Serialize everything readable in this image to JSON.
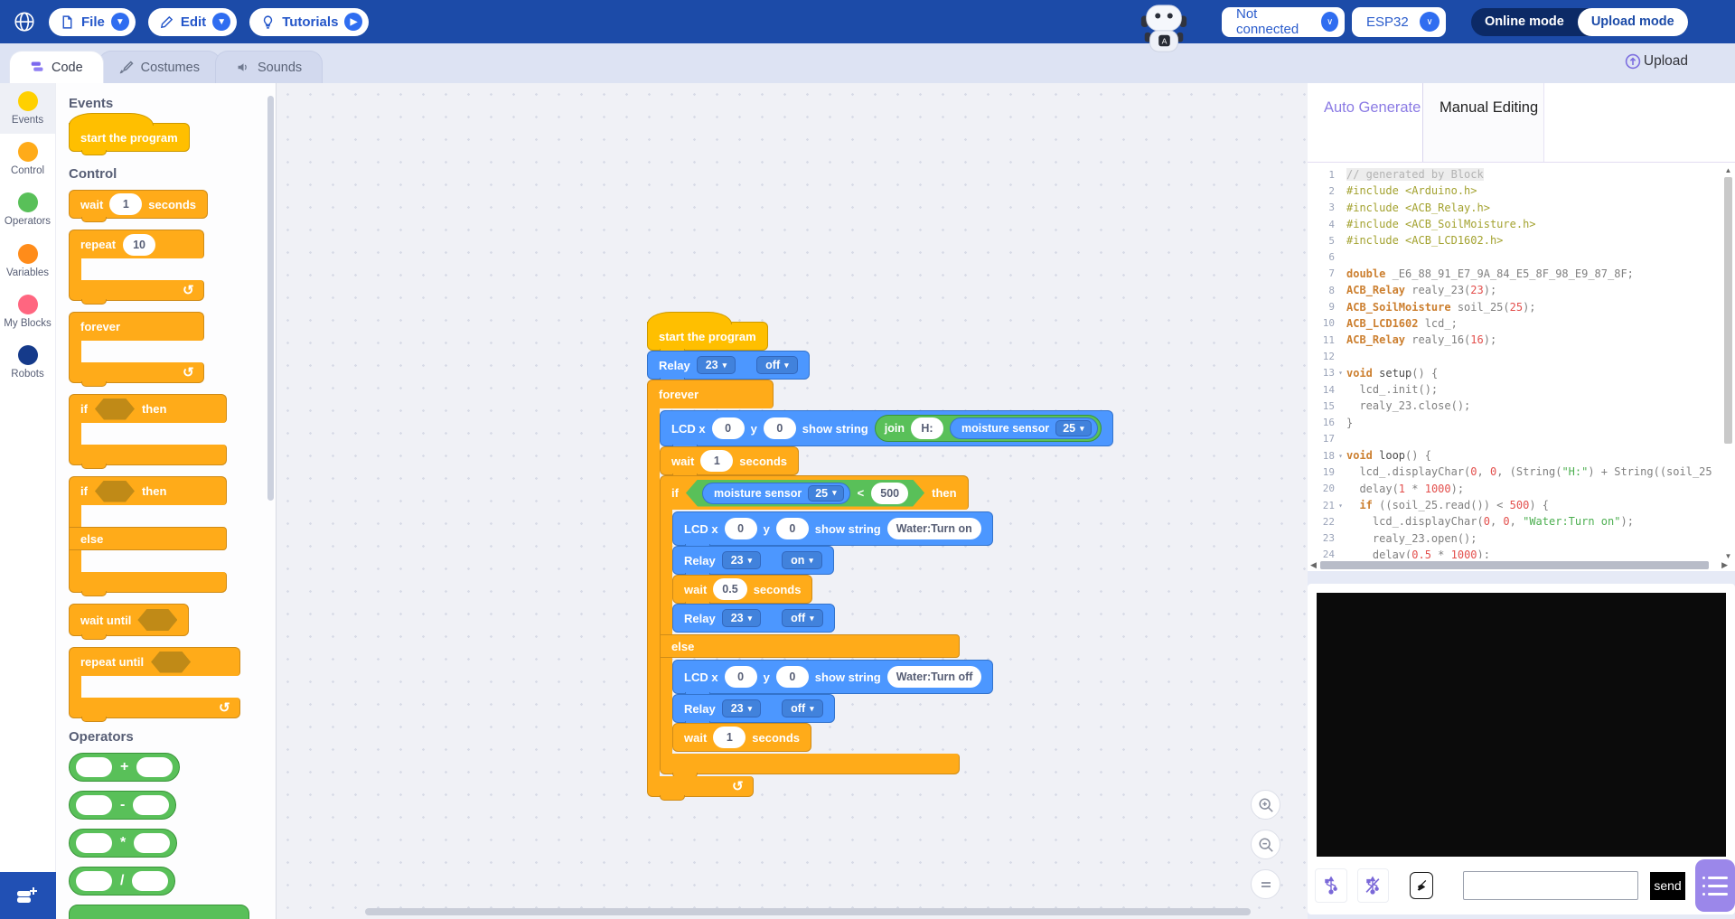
{
  "topbar": {
    "file": "File",
    "edit": "Edit",
    "tutorials": "Tutorials",
    "connection": "Not connected",
    "board": "ESP32",
    "online_mode": "Online mode",
    "upload_mode": "Upload mode"
  },
  "tabs": {
    "code": "Code",
    "costumes": "Costumes",
    "sounds": "Sounds",
    "upload": "Upload"
  },
  "sidebar": {
    "items": [
      {
        "label": "Events",
        "color": "#FFD000"
      },
      {
        "label": "Control",
        "color": "#FFAB19"
      },
      {
        "label": "Operators",
        "color": "#59C059"
      },
      {
        "label": "Variables",
        "color": "#FF8C1A"
      },
      {
        "label": "My Blocks",
        "color": "#FF6680"
      },
      {
        "label": "Robots",
        "color": "#153A8A"
      }
    ]
  },
  "palette": {
    "events_header": "Events",
    "control_header": "Control",
    "operators_header": "Operators",
    "start": "start the program",
    "wait": "wait",
    "wait_val": "1",
    "seconds": "seconds",
    "repeat": "repeat",
    "repeat_val": "10",
    "forever": "forever",
    "if": "if",
    "then": "then",
    "else": "else",
    "wait_until": "wait until",
    "repeat_until": "repeat until",
    "operators": [
      "+",
      "-",
      "*",
      "/"
    ],
    "loop_arrow": "↻"
  },
  "script": {
    "hat": "start the program",
    "relay": "Relay",
    "pin23": "23",
    "on": "on",
    "off": "off",
    "forever": "forever",
    "lcd_x": "LCD x",
    "y": "y",
    "zero": "0",
    "show_string": "show string",
    "join": "join",
    "join_arg": "H:",
    "sensor": "moisture sensor",
    "pin25": "25",
    "wait": "wait",
    "one": "1",
    "half": "0.5",
    "seconds": "seconds",
    "if": "if",
    "then": "then",
    "else": "else",
    "lt": "<",
    "threshold": "500",
    "water_on": "Water:Turn on",
    "water_off": "Water:Turn off",
    "loop_arrow": "↻"
  },
  "codepanel": {
    "tab_auto": "Auto Generate",
    "tab_manual": "Manual Editing",
    "fold_lines": [
      13,
      18,
      21
    ],
    "lines": [
      [
        [
          "cm",
          "// generated by Block"
        ]
      ],
      [
        [
          "inc",
          "#include <Arduino.h>"
        ]
      ],
      [
        [
          "inc",
          "#include <ACB_Relay.h>"
        ]
      ],
      [
        [
          "inc",
          "#include <ACB_SoilMoisture.h>"
        ]
      ],
      [
        [
          "inc",
          "#include <ACB_LCD1602.h>"
        ]
      ],
      [],
      [
        [
          "kw",
          "double"
        ],
        [
          "pl",
          " _E6_88_91_E7_9A_84_E5_8F_98_E9_87_8F;"
        ]
      ],
      [
        [
          "ty",
          "ACB_Relay"
        ],
        [
          "pl",
          " realy_23("
        ],
        [
          "num",
          "23"
        ],
        [
          "pl",
          ");"
        ]
      ],
      [
        [
          "ty",
          "ACB_SoilMoisture"
        ],
        [
          "pl",
          " soil_25("
        ],
        [
          "num",
          "25"
        ],
        [
          "pl",
          ");"
        ]
      ],
      [
        [
          "ty",
          "ACB_LCD1602"
        ],
        [
          "pl",
          " lcd_;"
        ]
      ],
      [
        [
          "ty",
          "ACB_Relay"
        ],
        [
          "pl",
          " realy_16("
        ],
        [
          "num",
          "16"
        ],
        [
          "pl",
          ");"
        ]
      ],
      [],
      [
        [
          "kw",
          "void"
        ],
        [
          "fn",
          " setup"
        ],
        [
          "pl",
          "() {"
        ]
      ],
      [
        [
          "pl",
          "  lcd_.init();"
        ]
      ],
      [
        [
          "pl",
          "  realy_23.close();"
        ]
      ],
      [
        [
          "pl",
          "}"
        ]
      ],
      [],
      [
        [
          "kw",
          "void"
        ],
        [
          "fn",
          " loop"
        ],
        [
          "pl",
          "() {"
        ]
      ],
      [
        [
          "pl",
          "  lcd_.displayChar("
        ],
        [
          "num",
          "0"
        ],
        [
          "pl",
          ", "
        ],
        [
          "num",
          "0"
        ],
        [
          "pl",
          ", (String("
        ],
        [
          "str",
          "\"H:\""
        ],
        [
          "pl",
          ") + String((soil_25"
        ]
      ],
      [
        [
          "pl",
          "  delay("
        ],
        [
          "num",
          "1"
        ],
        [
          "pl",
          " * "
        ],
        [
          "num",
          "1000"
        ],
        [
          "pl",
          ");"
        ]
      ],
      [
        [
          "kw",
          "  if"
        ],
        [
          "pl",
          " ((soil_25.read()) < "
        ],
        [
          "num",
          "500"
        ],
        [
          "pl",
          ") {"
        ]
      ],
      [
        [
          "pl",
          "    lcd_.displayChar("
        ],
        [
          "num",
          "0"
        ],
        [
          "pl",
          ", "
        ],
        [
          "num",
          "0"
        ],
        [
          "pl",
          ", "
        ],
        [
          "str",
          "\"Water:Turn on\""
        ],
        [
          "pl",
          ");"
        ]
      ],
      [
        [
          "pl",
          "    realy_23.open();"
        ]
      ],
      [
        [
          "pl",
          "    delay("
        ],
        [
          "num",
          "0.5"
        ],
        [
          "pl",
          " * "
        ],
        [
          "num",
          "1000"
        ],
        [
          "pl",
          ");"
        ]
      ]
    ]
  },
  "console": {
    "send": "send"
  },
  "colors": {
    "topbar": "#1c4ba8",
    "accent_blue": "#2456c9",
    "block_event": "#FFBF00",
    "block_control": "#FFAB19",
    "block_robot": "#4C97FF",
    "block_operator": "#59C059",
    "purple_accent": "#9b87ea"
  }
}
